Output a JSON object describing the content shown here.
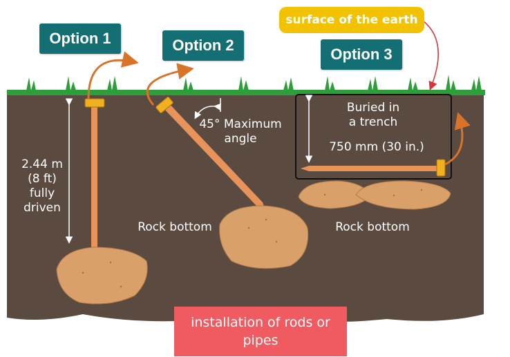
{
  "options": {
    "option1": "Option 1",
    "option2": "Option 2",
    "option3": "Option 3"
  },
  "callout": {
    "surface": "surface of the earth"
  },
  "labels": {
    "depth_line1": "2.44 m",
    "depth_line2": "(8 ft)",
    "depth_line3": "fully",
    "depth_line4": "driven",
    "angle_value": "45°",
    "angle_text1": "Maximum",
    "angle_text2": "angle",
    "trench_line1": "Buried in",
    "trench_line2": "a trench",
    "trench_depth": "750 mm (30 in.)",
    "rock_bottom_middle": "Rock bottom",
    "rock_bottom_right": "Rock bottom"
  },
  "caption": {
    "line1": "installation of rods or",
    "line2": "pipes"
  },
  "colors": {
    "soil": "#5a4a40",
    "grass": "#2e9e3a",
    "rod": "#e8935a",
    "clamp": "#f0b020",
    "rock": "#d9a06a",
    "option_tag": "#136f73",
    "callout": "#f2c200",
    "caption_box": "#ef5b60"
  }
}
